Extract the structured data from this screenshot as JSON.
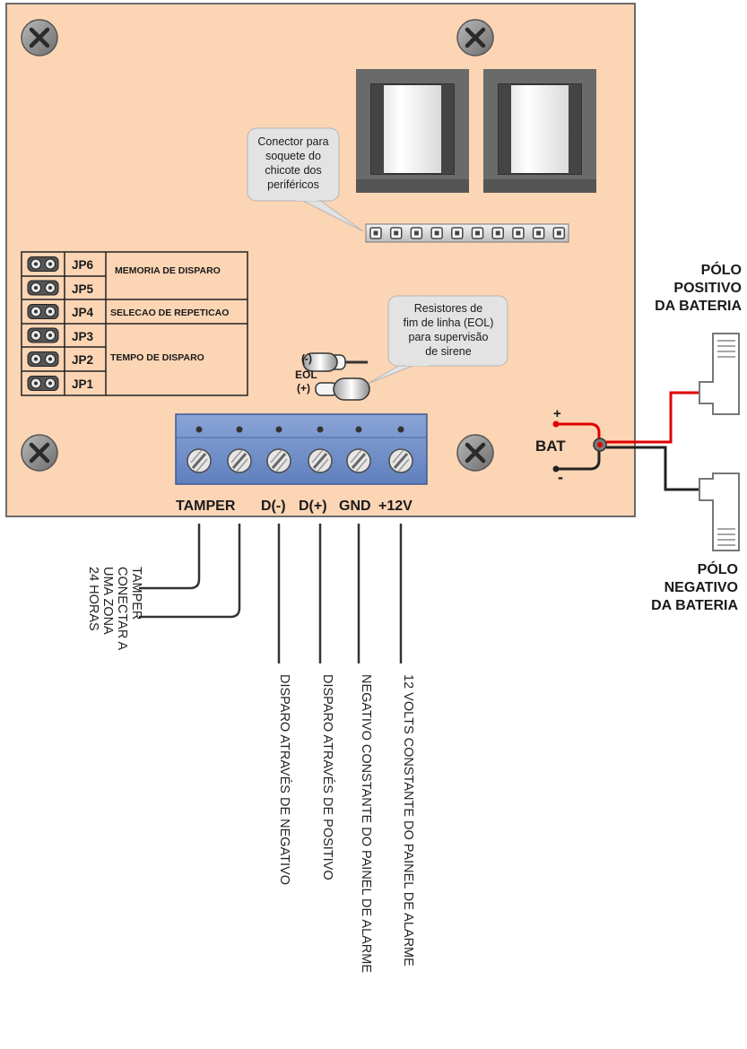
{
  "colors": {
    "board_fill": "#fcd5b5",
    "board_stroke": "#6b6b6b",
    "terminal_blue": "#7b96cc",
    "wire_red": "#e00000",
    "wire_black": "#222222",
    "callout_fill": "#e3e3e3"
  },
  "callouts": {
    "connector_lines": [
      "Conector para",
      "soquete do",
      "chicote dos",
      "periféricos"
    ],
    "eol_lines": [
      "Resistores de",
      "fim de linha (EOL)",
      "para supervisão",
      "de sirene"
    ]
  },
  "jumpers": {
    "labels": [
      "JP6",
      "JP5",
      "JP4",
      "JP3",
      "JP2",
      "JP1"
    ],
    "functions": {
      "memoria": "MEMORIA DE DISPARO",
      "selecao": "SELECAO DE REPETICAO",
      "tempo": "TEMPO DE DISPARO"
    }
  },
  "eol": {
    "neg": "(-)",
    "label": "EOL",
    "pos": "(+)"
  },
  "terminals": {
    "tamper": "TAMPER",
    "d_neg": "D(-)",
    "d_pos": "D(+)",
    "gnd": "GND",
    "v12": "+12V"
  },
  "battery": {
    "label": "BAT",
    "plus": "+",
    "minus": "-",
    "positive_lines": [
      "PÓLO",
      "POSITIVO",
      "DA BATERIA"
    ],
    "negative_lines": [
      "PÓLO",
      "NEGATIVO",
      "DA BATERIA"
    ]
  },
  "tamper_note_lines": [
    "TAMPER",
    "CONECTAR A",
    "UMA ZONA",
    "24 HORAS"
  ],
  "wire_descriptions": {
    "d_neg": "DISPARO ATRAVÉS DE NEGATIVO",
    "d_pos": "DISPARO ATRAVÉS DE POSITIVO",
    "gnd": "NEGATIVO CONSTANTE DO PAINEL DE ALARME",
    "v12": "12 VOLTS CONSTANTE DO PAINEL DE ALARME"
  }
}
